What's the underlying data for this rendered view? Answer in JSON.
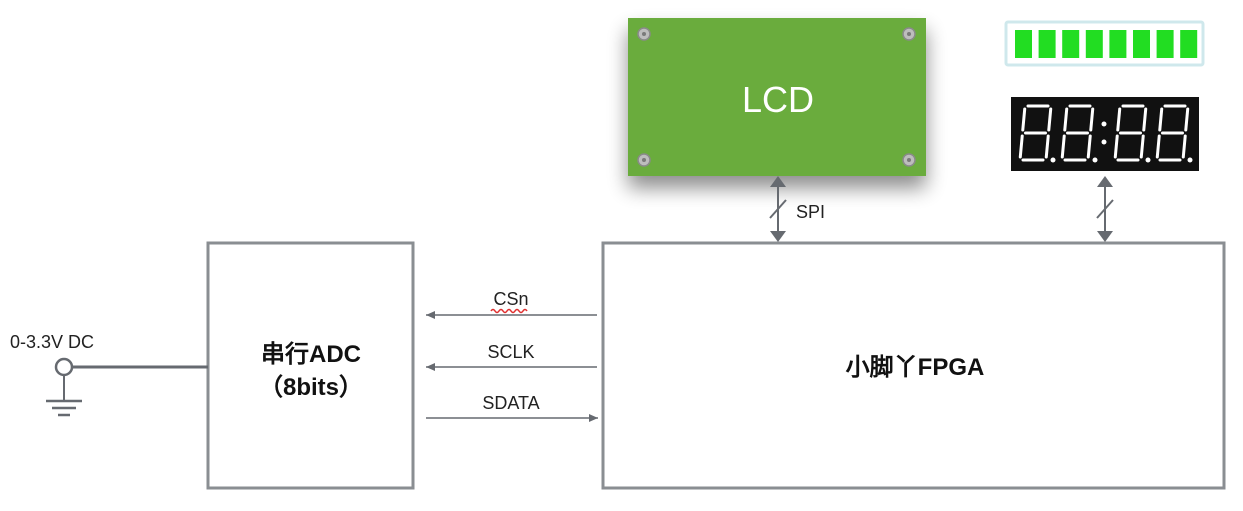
{
  "lcd": {
    "label": "LCD",
    "board_color": "#6aac3c"
  },
  "spi_label": "SPI",
  "dc_label": "0-3.3V DC",
  "adc": {
    "line1": "串行ADC",
    "line2": "（8bits）"
  },
  "fpga": {
    "label": "小脚丫FPGA"
  },
  "signals": {
    "csn": "CSn",
    "sclk": "SCLK",
    "sdata": "SDATA"
  },
  "led_bar": {
    "segments_total": 8,
    "segments_lit": 8,
    "lit_color": "#22dd22",
    "frame_color": "#cfe8ec"
  },
  "seven_seg": {
    "display": "8.8.:8.8.",
    "digits_total": 4,
    "segment_color": "#ffffff",
    "body_color": "#111111"
  },
  "line_color": "#666a70",
  "box_color": "#8a8e92"
}
